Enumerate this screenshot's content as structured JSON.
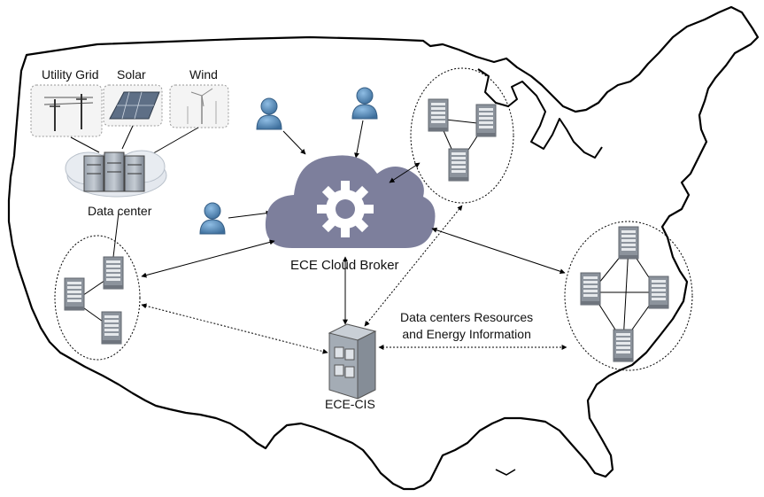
{
  "labels": {
    "utility_grid": "Utility Grid",
    "solar": "Solar",
    "wind": "Wind",
    "data_center": "Data center",
    "broker": "ECE Cloud Broker",
    "cis": "ECE-CIS",
    "info_line1": "Data centers Resources",
    "info_line2": "and Energy Information"
  },
  "colors": {
    "cloud": "#7d7f9c",
    "user": "#4f86b8",
    "server": "#8a919c",
    "map_outline": "#000000"
  }
}
